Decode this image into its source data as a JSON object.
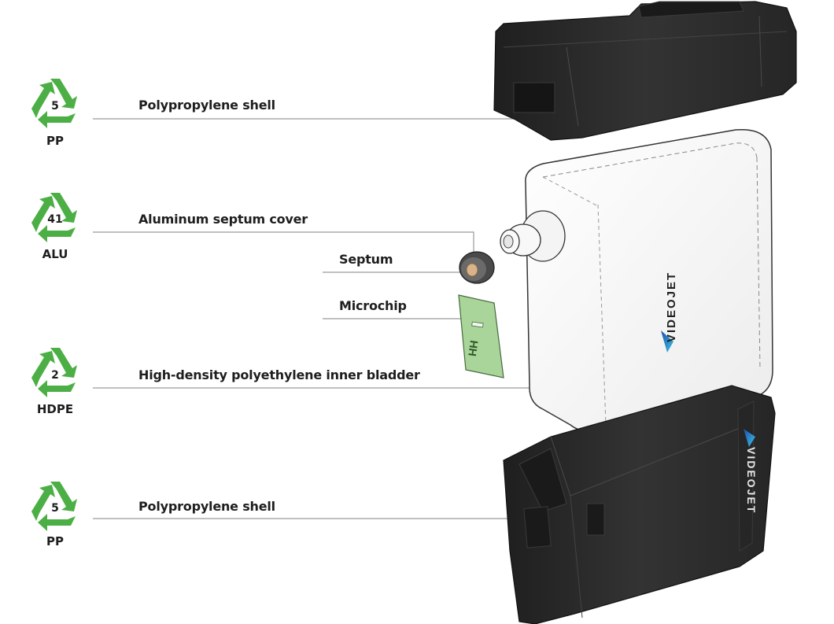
{
  "labels": {
    "top_shell": "Polypropylene shell",
    "septum_cover": "Aluminum septum cover",
    "septum": "Septum",
    "microchip": "Microchip",
    "bladder": "High-density polyethylene inner bladder",
    "bottom_shell": "Polypropylene shell"
  },
  "recycling_codes": [
    {
      "number": "5",
      "material": "PP"
    },
    {
      "number": "41",
      "material": "ALU"
    },
    {
      "number": "2",
      "material": "HDPE"
    },
    {
      "number": "5",
      "material": "PP"
    }
  ],
  "brand": "VIDEOJET",
  "chip_marking": "HH",
  "colors": {
    "recycle_green": "#4caf45",
    "shell_dark": "#2b2b2b",
    "chip_green": "#a9d49a",
    "leader_line": "#9a9a9a"
  },
  "icons": [
    "recycle-icon"
  ]
}
